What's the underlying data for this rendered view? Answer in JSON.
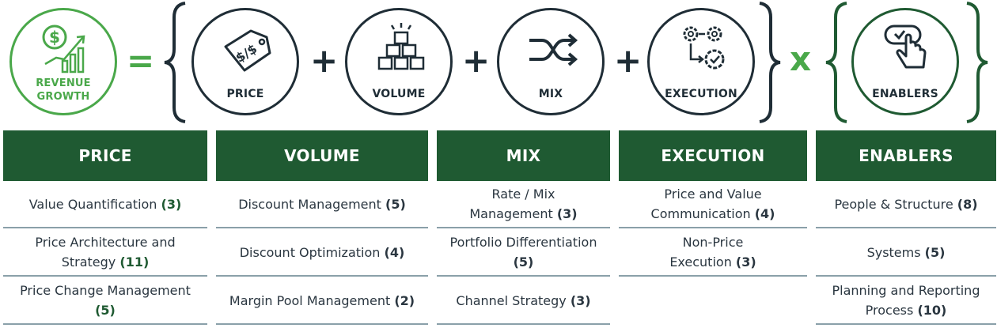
{
  "equation": {
    "result": {
      "line1": "REVENUE",
      "line2": "GROWTH",
      "icon": "dollar-growth-chart-icon"
    },
    "equals": "=",
    "plus": "+",
    "times": "x",
    "components": [
      {
        "label": "PRICE",
        "icon": "price-tag-icon"
      },
      {
        "label": "VOLUME",
        "icon": "stacked-boxes-icon"
      },
      {
        "label": "MIX",
        "icon": "shuffle-icon"
      },
      {
        "label": "EXECUTION",
        "icon": "gears-icon"
      }
    ],
    "enablers": {
      "label": "ENABLERS",
      "icon": "hand-tap-icon"
    }
  },
  "columns": [
    {
      "title": "PRICE",
      "items": [
        {
          "text": "Value Quantification",
          "count": "(3)"
        },
        {
          "text": "Price Architecture and Strategy",
          "count": "(11)"
        },
        {
          "text": "Price Change Management",
          "count": "(5)"
        }
      ]
    },
    {
      "title": "VOLUME",
      "items": [
        {
          "text": "Discount Management",
          "count": "(5)"
        },
        {
          "text": "Discount Optimization",
          "count": "(4)"
        },
        {
          "text": "Margin Pool Management",
          "count": "(2)"
        }
      ]
    },
    {
      "title": "MIX",
      "items": [
        {
          "text": "Rate / Mix Management",
          "count": "(3)"
        },
        {
          "text": "Portfolio Differentiation",
          "count": "(5)"
        },
        {
          "text": "Channel Strategy",
          "count": "(3)"
        }
      ]
    },
    {
      "title": "EXECUTION",
      "items": [
        {
          "text": "Price and Value Communication",
          "count": "(4)"
        },
        {
          "text": "Non-Price Execution",
          "count": "(3)"
        }
      ]
    },
    {
      "title": "ENABLERS",
      "items": [
        {
          "text": "People & Structure",
          "count": "(8)"
        },
        {
          "text": "Systems",
          "count": "(5)"
        },
        {
          "text": "Planning and Reporting Process",
          "count": "(10)"
        }
      ]
    }
  ],
  "colors": {
    "header_green": "#1f5a32",
    "accent_green": "#4aa84a",
    "dark": "#1f2d36"
  }
}
